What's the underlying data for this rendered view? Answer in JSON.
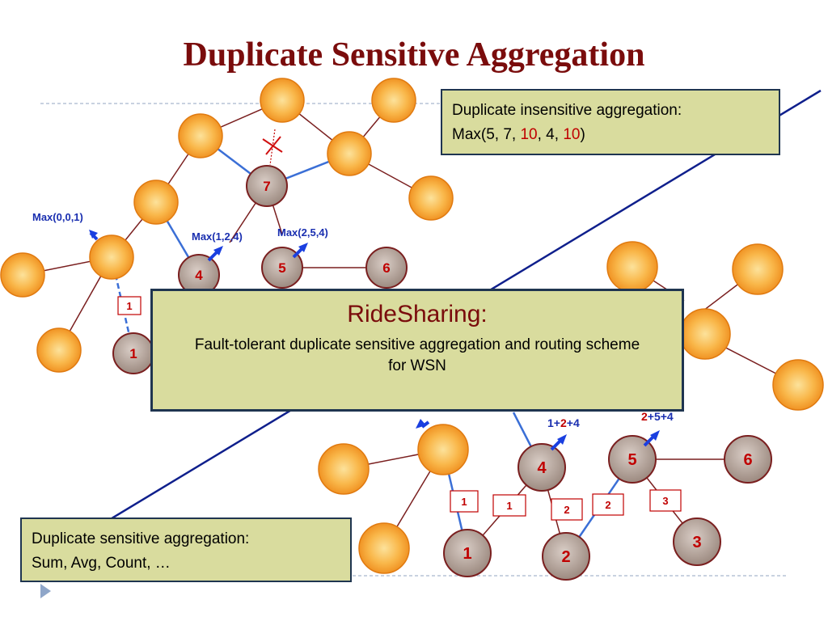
{
  "slide": {
    "title": "Duplicate Sensitive Aggregation"
  },
  "insensitive_box": {
    "heading": "Duplicate insensitive aggregation:",
    "max_prefix": "Max(5, 7, ",
    "v10a": "10",
    "sep1": ", 4, ",
    "v10b": "10",
    "max_suffix": ")"
  },
  "sensitive_box": {
    "heading": "Duplicate sensitive aggregation:",
    "examples": "Sum, Avg, Count, …"
  },
  "ride_box": {
    "title": "RideSharing:",
    "description": "Fault-tolerant duplicate sensitive aggregation and routing scheme for WSN"
  },
  "top_graph": {
    "nodes": {
      "n1": "1",
      "n4": "4",
      "n5": "5",
      "n6": "6",
      "n7": "7"
    },
    "labels": {
      "max001": "Max(0,0,1)",
      "max124": "Max(1,2,4)",
      "max254": "Max(2,5,4)"
    },
    "edge_tag": "1"
  },
  "bottom_graph": {
    "nodes": {
      "n1": "1",
      "n2": "2",
      "n3": "3",
      "n4": "4",
      "n5": "5",
      "n6": "6"
    },
    "sum4": {
      "a": "1+",
      "b": "2",
      "c": "+4"
    },
    "sum5": {
      "a": "2",
      "b": "+5+4"
    },
    "edge_tags": {
      "t1a": "1",
      "t1b": "1",
      "t2a": "2",
      "t2b": "2",
      "t3": "3"
    }
  },
  "colors": {
    "title": "#7a0c0c",
    "box_fill": "#d9dc9e",
    "box_border": "#1f3550",
    "orange_node": "#f7a233",
    "gray_node": "#b3a39b",
    "blue_link": "#3b6fd6",
    "brown_link": "#7a1f1f",
    "diagonal": "#0f1f8c",
    "label_blue": "#1a2fb0",
    "label_red": "#c00000"
  }
}
